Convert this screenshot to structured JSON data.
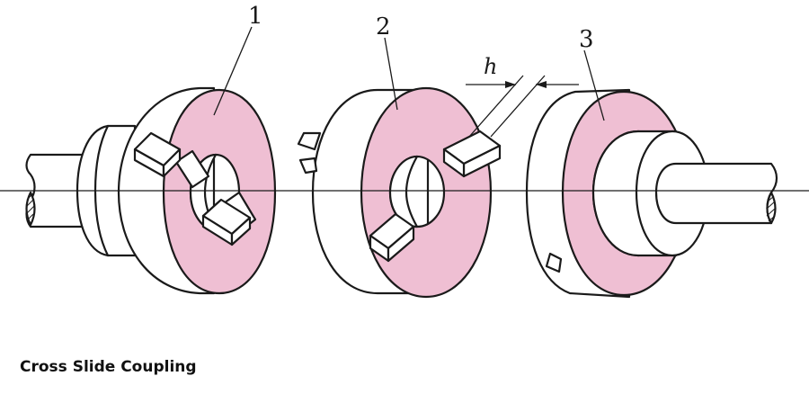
{
  "caption": "Cross Slide Coupling",
  "labels": {
    "part1": "1",
    "part2": "2",
    "part3": "3",
    "gap": "h"
  },
  "colors": {
    "face": "#efbfd3",
    "ink": "#1a1a1a",
    "background": "#ffffff"
  }
}
